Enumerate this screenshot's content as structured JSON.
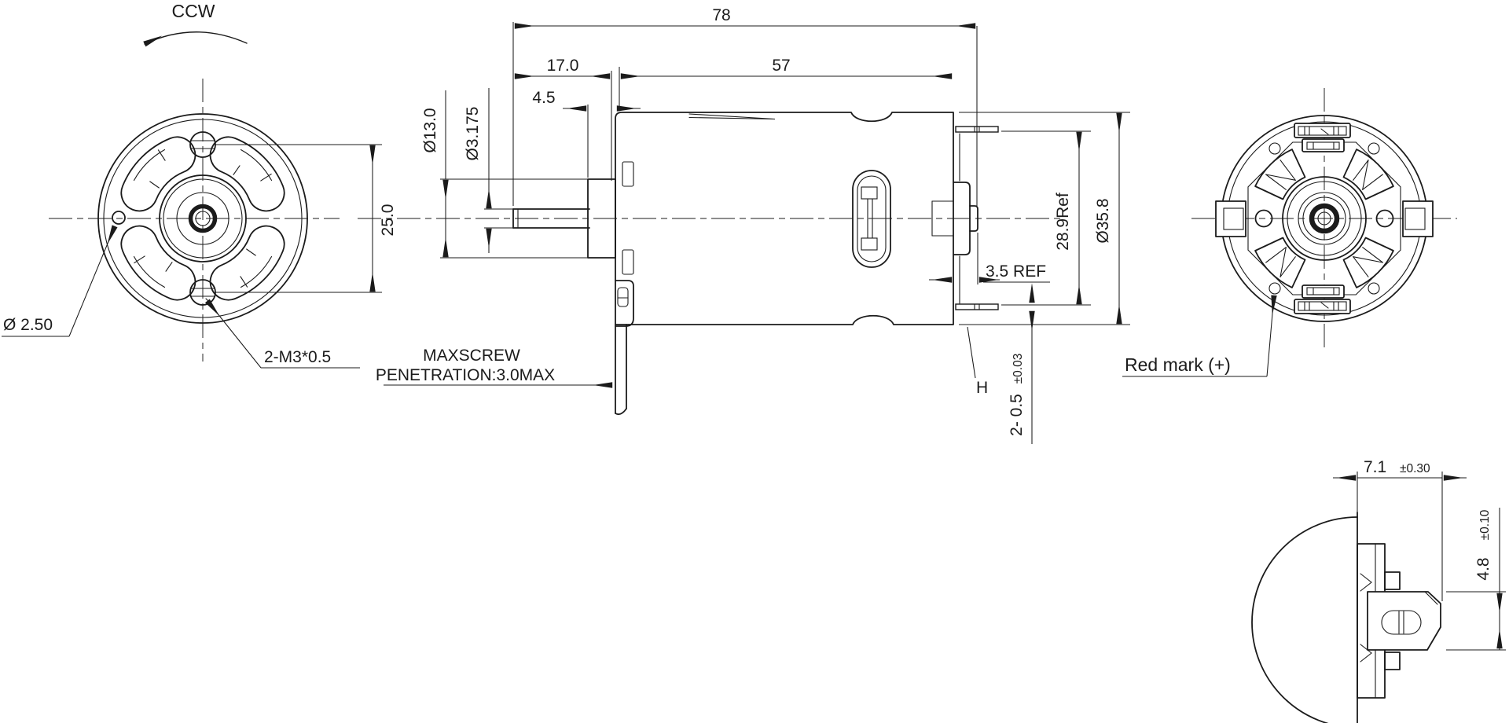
{
  "drawing": {
    "rotation": {
      "label": "CCW"
    },
    "front_view": {
      "hole_spacing": "25.0",
      "pilot_hole_dia": "Ø 2.50",
      "mounting_screws": "2-M3*0.5"
    },
    "side_view": {
      "overall_length": "78",
      "shaft_extension": "17.0",
      "body_length": "57",
      "boss_length": "4.5",
      "boss_dia": "Ø13.0",
      "shaft_dia": "Ø3.175",
      "screw_note_line1": "MAXSCREW",
      "screw_note_line2": "PENETRATION:3.0MAX",
      "brush_card_dia": "28.9Ref",
      "body_dia": "Ø35.8",
      "rear_boss_ref": "3.5 REF",
      "height_label": "H",
      "terminal_thickness": "2- 0.5",
      "terminal_thickness_tol": "±0.03"
    },
    "rear_view": {
      "polarity_note": "Red mark (+)"
    },
    "terminal_detail": {
      "length": "7.1",
      "length_tol": "±0.30",
      "height": "4.8",
      "height_tol": "±0.10"
    }
  },
  "colors": {
    "line": "#1b1b1b",
    "background": "#ffffff"
  }
}
